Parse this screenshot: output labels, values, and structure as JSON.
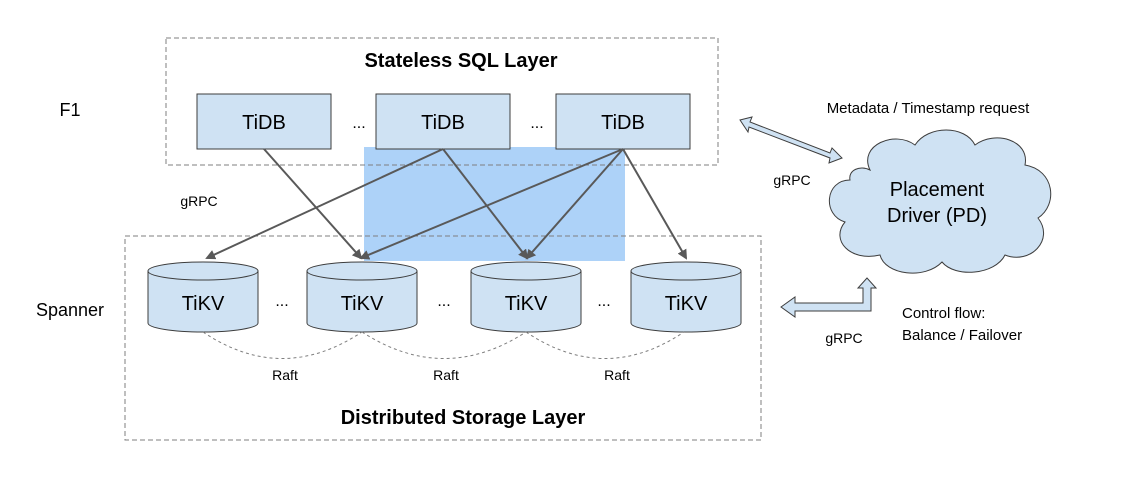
{
  "diagram": {
    "sql_layer": {
      "title": "Stateless SQL Layer",
      "side_label": "F1",
      "nodes": [
        {
          "label": "TiDB"
        },
        {
          "label": "TiDB"
        },
        {
          "label": "TiDB"
        }
      ],
      "ellipses": [
        "...",
        "..."
      ]
    },
    "storage_layer": {
      "title": "Distributed Storage Layer",
      "side_label": "Spanner",
      "nodes": [
        {
          "label": "TiKV"
        },
        {
          "label": "TiKV"
        },
        {
          "label": "TiKV"
        },
        {
          "label": "TiKV"
        }
      ],
      "ellipses": [
        "...",
        "...",
        "..."
      ],
      "raft_labels": [
        "Raft",
        "Raft",
        "Raft"
      ]
    },
    "grpc_left_label": "gRPC",
    "pd": {
      "label_line1": "Placement",
      "label_line2": "Driver (PD)",
      "metadata_label": "Metadata / Timestamp request",
      "metadata_grpc_label": "gRPC",
      "control_flow_line1": "Control flow:",
      "control_flow_line2": "Balance / Failover",
      "control_grpc_label": "gRPC"
    },
    "colors": {
      "node_fill": "#cfe2f3",
      "node_stroke": "#3d3d3d",
      "highlight": "#a4cdf7",
      "arrow": "#595959",
      "dashed_border": "#7f7f7f"
    }
  }
}
